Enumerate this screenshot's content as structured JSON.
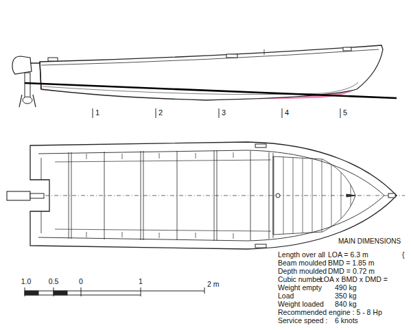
{
  "diagram": {
    "labels": [
      "1",
      "2",
      "3",
      "4",
      "5",
      "1.0",
      "0.5",
      "0",
      "1",
      "2 m",
      "MAIN DIMENSIONS",
      "Length over all",
      "LOA = 6.3 m",
      "{",
      "Beam moulded",
      "BMD = 1.85 m",
      "Depth moulded",
      "DMD = 0.72 m",
      "Cubic number",
      "LOA x BMD x DMD =",
      "Weight empty",
      "490 kg",
      "Load",
      "350 kg",
      "Weight loaded",
      "840 kg",
      "Recommended engine : 5 - 8 Hp",
      "Service speed :",
      "6 knots"
    ]
  }
}
